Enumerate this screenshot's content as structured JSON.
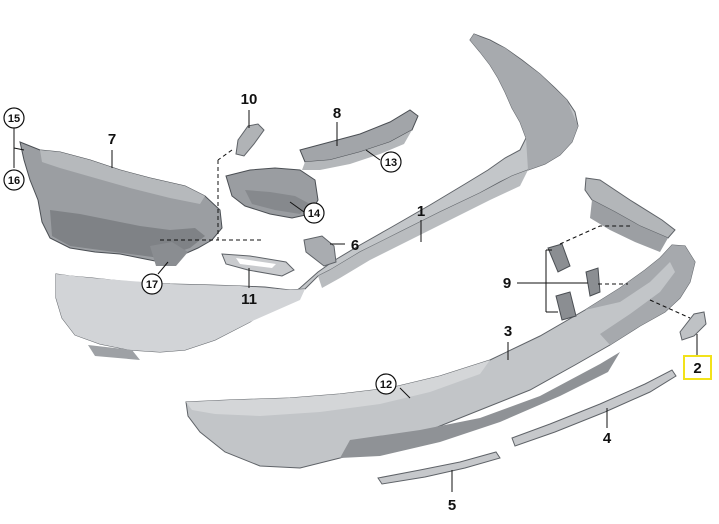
{
  "callouts": {
    "c1": "1",
    "c2": "2",
    "c3": "3",
    "c4": "4",
    "c5": "5",
    "c6": "6",
    "c7": "7",
    "c8": "8",
    "c9": "9",
    "c10": "10",
    "c11": "11",
    "c12": "12",
    "c13": "13",
    "c14": "14",
    "c15": "15",
    "c16": "16",
    "c17": "17"
  },
  "colors": {
    "part_light": "#c7c9cc",
    "part_mid": "#b3b6ba",
    "part_dark": "#8d9094",
    "highlight_box": "#f2e21a"
  }
}
